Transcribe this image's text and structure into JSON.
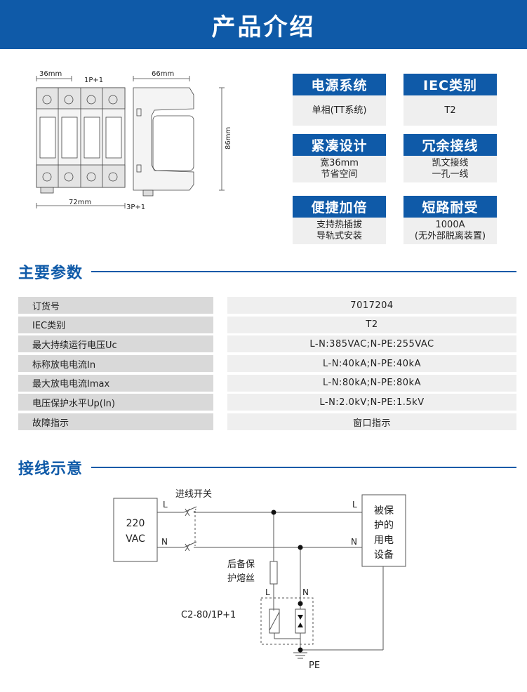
{
  "header": {
    "title": "产品介绍"
  },
  "drawing": {
    "dim_36mm": "36mm",
    "dim_1p1": "1P+1",
    "dim_66mm": "66mm",
    "dim_86mm": "86mm",
    "dim_72mm": "72mm",
    "dim_3p1": "3P+1"
  },
  "features": [
    {
      "title": "电源系统",
      "lines": [
        "单相(TT系统)"
      ]
    },
    {
      "title": "IEC类别",
      "lines": [
        "T2"
      ]
    },
    {
      "title": "紧凑设计",
      "lines": [
        "宽36mm",
        "节省空间"
      ]
    },
    {
      "title": "冗余接线",
      "lines": [
        "凯文接线",
        "一孔一线"
      ]
    },
    {
      "title": "便捷加倍",
      "lines": [
        "支持热插拔",
        "导轨式安装"
      ]
    },
    {
      "title": "短路耐受",
      "lines": [
        "1000A",
        "(无外部脱离装置)"
      ]
    }
  ],
  "params_section": {
    "title": "主要参数"
  },
  "params": [
    {
      "key": "订货号",
      "value": "7017204"
    },
    {
      "key": "IEC类别",
      "value": "T2"
    },
    {
      "key": "最大持续运行电压Uc",
      "value": "L-N:385VAC;N-PE:255VAC"
    },
    {
      "key": "标称放电电流In",
      "value": "L-N:40kA;N-PE:40kA"
    },
    {
      "key": "最大放电电流Imax",
      "value": "L-N:80kA;N-PE:80kA"
    },
    {
      "key": "电压保护水平Up(In)",
      "value": "L-N:2.0kV;N-PE:1.5kV"
    },
    {
      "key": "故障指示",
      "value": "窗口指示"
    }
  ],
  "wiring_section": {
    "title": "接线示意"
  },
  "wiring": {
    "source_line1": "220",
    "source_line2": "VAC",
    "switch_label": "进线开关",
    "l_label": "L",
    "n_label": "N",
    "fuse_line1": "后备保",
    "fuse_line2": "护熔丝",
    "device_line1": "被保",
    "device_line2": "护的",
    "device_line3": "用电",
    "device_line4": "设备",
    "model": "C2-80/1P+1",
    "pe": "PE"
  },
  "colors": {
    "brand_blue": "#0f5aa8",
    "param_key_bg": "#d9d9d9",
    "param_val_bg": "#efefef"
  }
}
